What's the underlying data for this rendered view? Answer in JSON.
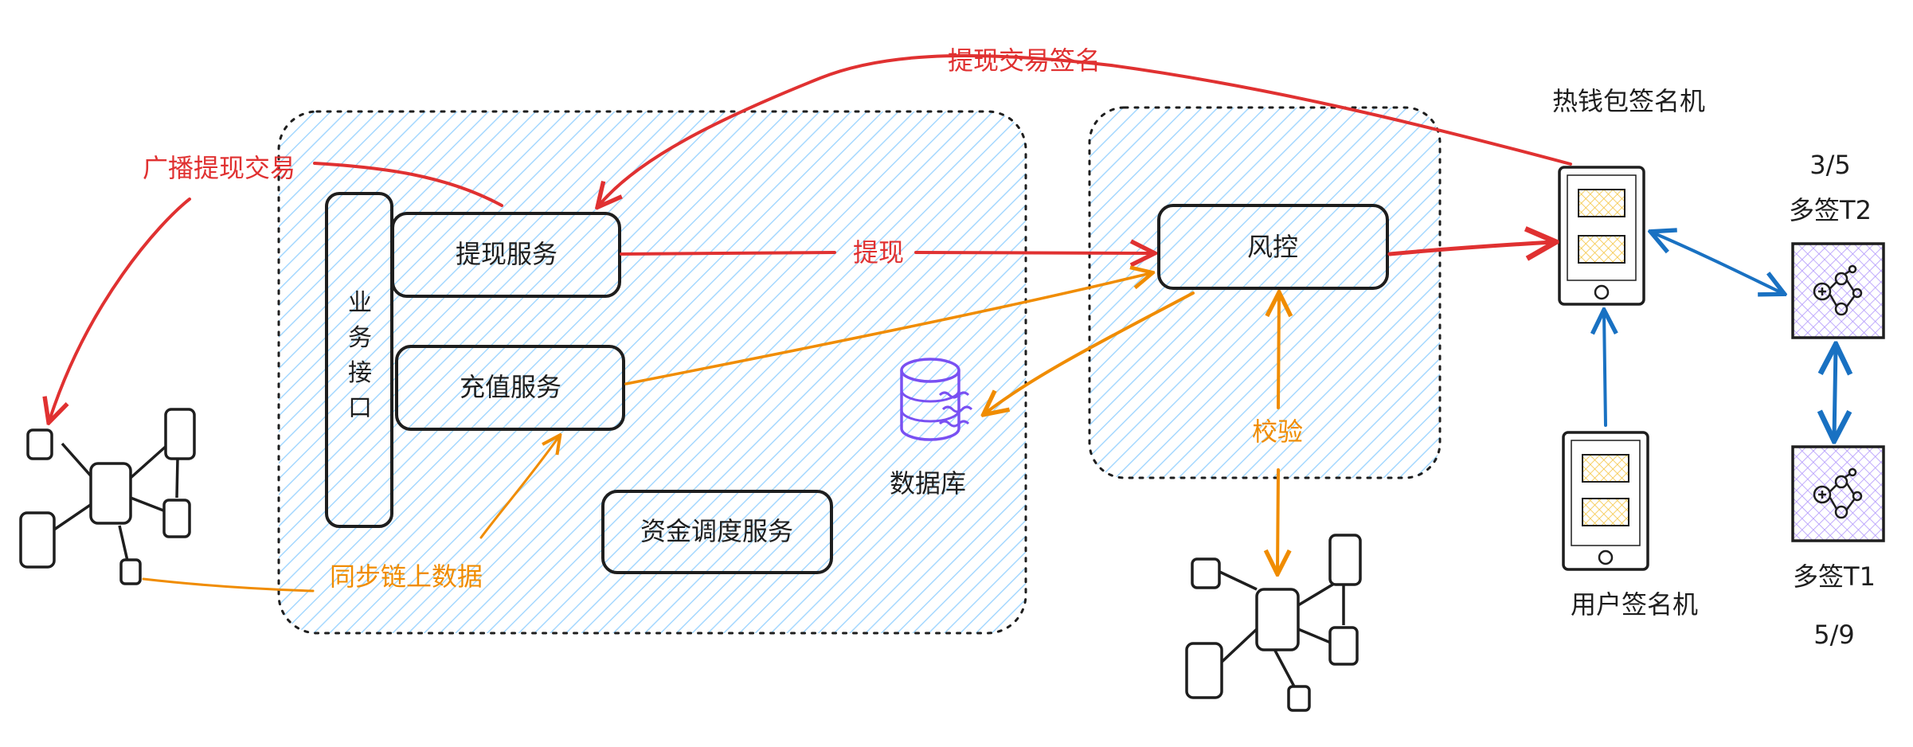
{
  "colors": {
    "red": "#e03131",
    "orange": "#f08c00",
    "blue": "#1971c2",
    "stroke": "#1e1e1e",
    "hatch_blue": "#a5d8ff",
    "hatch_yellow": "#ffd43b",
    "hatch_purple": "#b197fc",
    "db_purple": "#7950f2"
  },
  "labels": {
    "withdraw_tx_sign": "提现交易签名",
    "broadcast_withdraw_tx": "广播提现交易",
    "withdraw": "提现",
    "verify": "校验",
    "sync_chain_data": "同步链上数据",
    "database": "数据库"
  },
  "services": {
    "biz_interface": [
      "业",
      "务",
      "接",
      "口"
    ],
    "withdraw_service": "提现服务",
    "deposit_service": "充值服务",
    "fund_dispatch_service": "资金调度服务",
    "risk_control": "风控"
  },
  "signers": {
    "hot_wallet": "热钱包签名机",
    "user_signer": "用户签名机",
    "multisig_t2_ratio": "3/5",
    "multisig_t2": "多签T2",
    "multisig_t1": "多签T1",
    "multisig_t1_ratio": "5/9"
  }
}
